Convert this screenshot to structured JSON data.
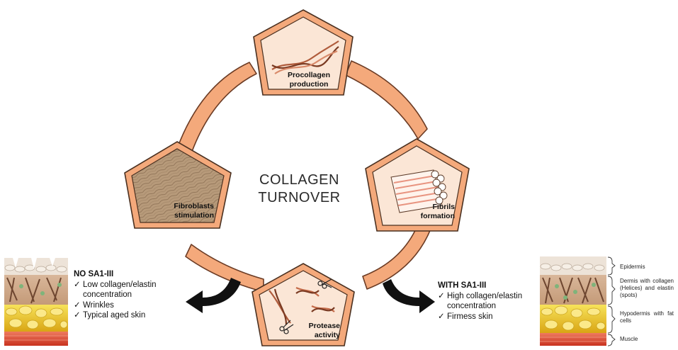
{
  "center": {
    "line1": "COLLAGEN",
    "line2": "TURNOVER"
  },
  "stages": [
    {
      "id": "procollagen",
      "line1": "Procollagen",
      "line2": "production"
    },
    {
      "id": "fibrils",
      "line1": "Fibrils",
      "line2": "formation"
    },
    {
      "id": "protease",
      "line1": "Protease",
      "line2": "activity"
    },
    {
      "id": "fibroblasts",
      "line1": "Fibroblasts",
      "line2": "stimulation"
    }
  ],
  "left_outcome": {
    "title": "NO SA1-III",
    "items": [
      "Low collagen/elastin concentration",
      "Wrinkles",
      "Typical aged skin"
    ]
  },
  "right_outcome": {
    "title": "WITH SA1-III",
    "items": [
      "High collagen/elastin concentration",
      "Firmess skin"
    ]
  },
  "skin_layers": {
    "epidermis": "Epidermis",
    "dermis": "Dermis with collagen (Helices) and elastin (spots)",
    "hypodermis": "Hypodermis with fat cells",
    "muscle": "Muscle"
  },
  "colors": {
    "ring_fill": "#f4a97b",
    "ring_stroke": "#6b3b24",
    "pentagon_fill": "#fbe6d6",
    "pentagon_stroke": "#4a3020",
    "arrow": "#111111",
    "fat": "#f2d21a",
    "muscle": "#e0523c",
    "collagen": "#8a5a3c"
  }
}
